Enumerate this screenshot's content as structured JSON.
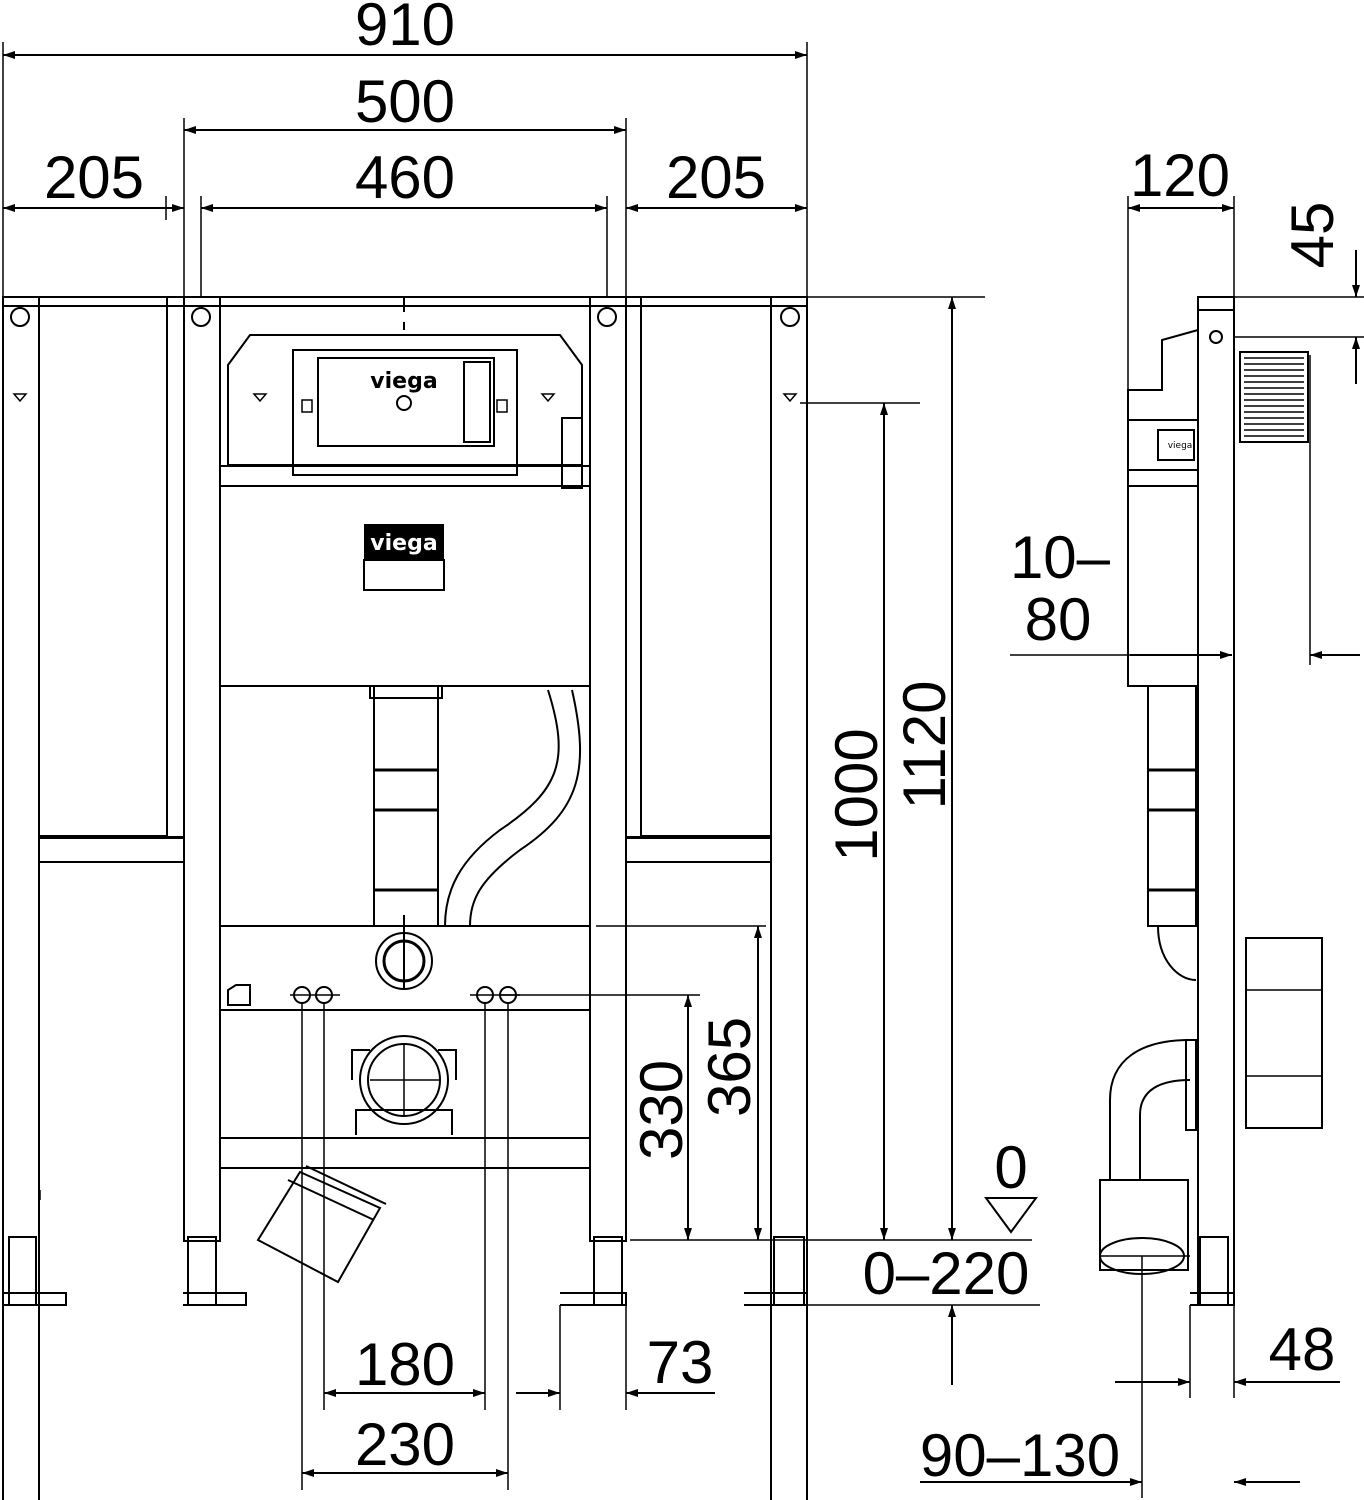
{
  "brand": {
    "logo_text": "viega",
    "side_label": "viega"
  },
  "front_view": {
    "dims": {
      "overall_width": "910",
      "frame_width": "500",
      "inner_width": "460",
      "left_extension": "205",
      "right_extension": "205",
      "cistern_height": "1000",
      "total_height": "1120",
      "height_365": "365",
      "height_330": "330",
      "floor_range": "0–220",
      "floor_zero": "0",
      "spacing_180": "180",
      "spacing_230": "230",
      "foot_73": "73"
    }
  },
  "side_view": {
    "dims": {
      "depth": "120",
      "top_45": "45",
      "adjust_top": "10–",
      "adjust_bottom": "80",
      "foot_48": "48",
      "drain_offset": "90–130"
    }
  }
}
